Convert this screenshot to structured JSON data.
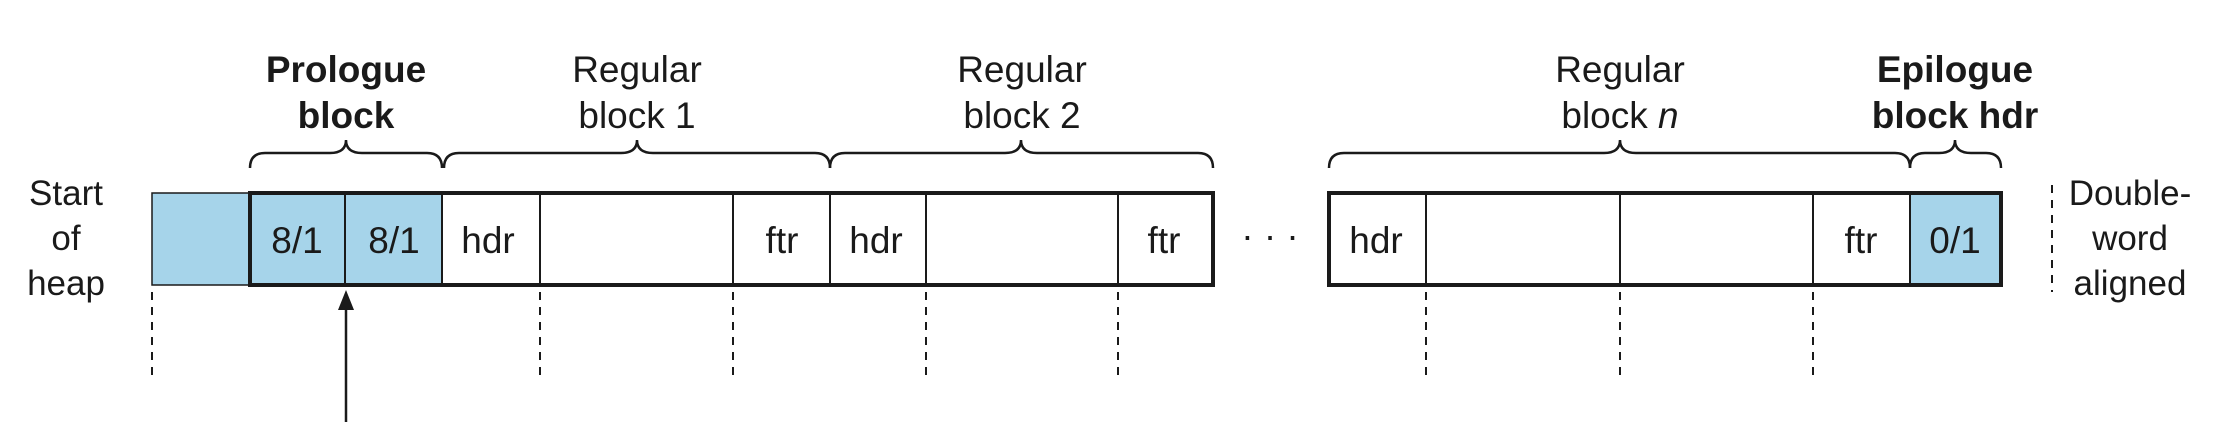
{
  "labels": {
    "prologue_line1": "Prologue",
    "prologue_line2": "block",
    "regular1_line1": "Regular",
    "regular1_line2": "block 1",
    "regular2_line1": "Regular",
    "regular2_line2": "block 2",
    "regularn_line1": "Regular",
    "regularn_line2_text": "block ",
    "regularn_line2_var": "n",
    "epilogue_line1": "Epilogue",
    "epilogue_line2": "block hdr",
    "start_line1": "Start",
    "start_line2": "of",
    "start_line3": "heap",
    "aligned_line1": "Double-",
    "aligned_line2": "word",
    "aligned_line3": "aligned",
    "ellipsis": "· · ·"
  },
  "cells": {
    "prologue_hdr": "8/1",
    "prologue_ftr": "8/1",
    "reg1_hdr": "hdr",
    "reg1_ftr": "ftr",
    "reg2_hdr": "hdr",
    "reg2_ftr": "ftr",
    "regn_hdr": "hdr",
    "regn_ftr": "ftr",
    "epilogue_hdr": "0/1"
  },
  "colors": {
    "allocated_fill": "#a6d4ea",
    "line": "#1a1a1a"
  }
}
